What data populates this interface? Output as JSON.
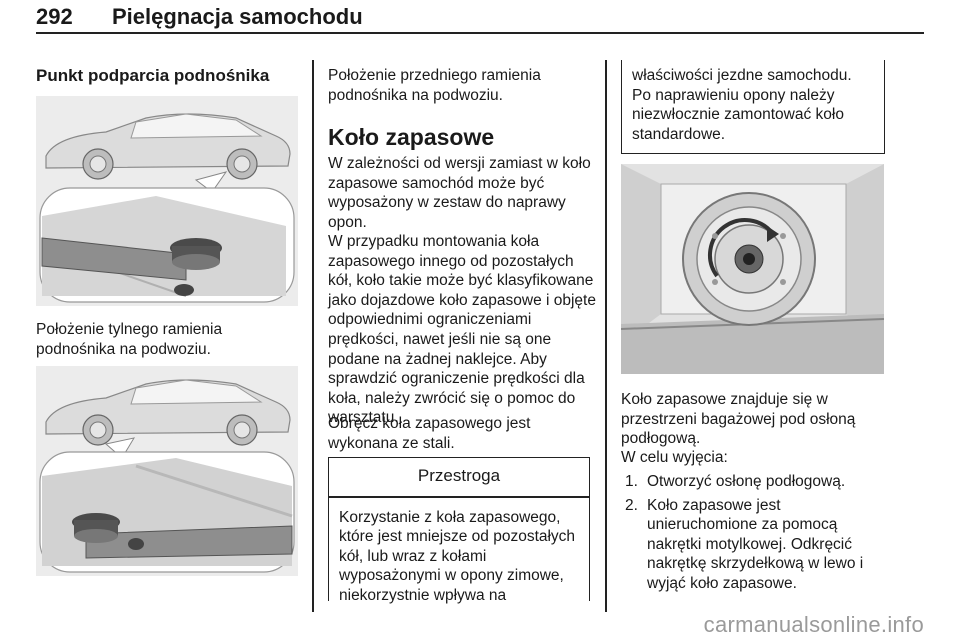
{
  "header": {
    "page_number": "292",
    "title": "Pielęgnacja samochodu"
  },
  "col1": {
    "heading": "Punkt podparcia podnośnika",
    "caption": "Położenie tylnego ramienia podnośnika na podwoziu."
  },
  "col2": {
    "intro": "Położenie przedniego ramienia podnośnika na podwoziu.",
    "heading": "Koło zapasowe",
    "p1": "W zależności od wersji zamiast w koło zapasowe samochód może być wyposażony w zestaw do naprawy opon.",
    "p2": "W przypadku montowania koła zapasowego innego od pozostałych kół, koło takie może być klasyfikowane jako dojazdowe koło zapasowe i objęte odpowiednimi ograniczeniami prędkości, nawet jeśli nie są one podane na żadnej naklejce. Aby sprawdzić ograniczenie prędkości dla koła, należy zwrócić się o pomoc do warsztatu.",
    "p3": "Obręcz koła zapasowego jest wykonana ze stali.",
    "warning_title": "Przestroga",
    "warning_text": "Korzystanie z koła zapasowego, które jest mniejsze od pozostałych kół, lub wraz z kołami wyposażonymi w opony zimowe, niekorzystnie wpływa na"
  },
  "col3": {
    "warning_cont": "właściwości jezdne samochodu. Po naprawieniu opony należy niezwłocznie zamontować koło standardowe.",
    "p1": "Koło zapasowe znajduje się w przestrzeni bagażowej pod osłoną podłogową.",
    "p2": "W celu wyjęcia:",
    "steps": [
      {
        "num": "1.",
        "text": "Otworzyć osłonę podłogową."
      },
      {
        "num": "2.",
        "text": "Koło zapasowe jest unieruchomione za pomocą nakrętki motylkowej. Odkręcić nakrętkę skrzydełkową w lewo i wyjąć koło zapasowe."
      }
    ]
  },
  "watermark": "carmanualsonline.info"
}
